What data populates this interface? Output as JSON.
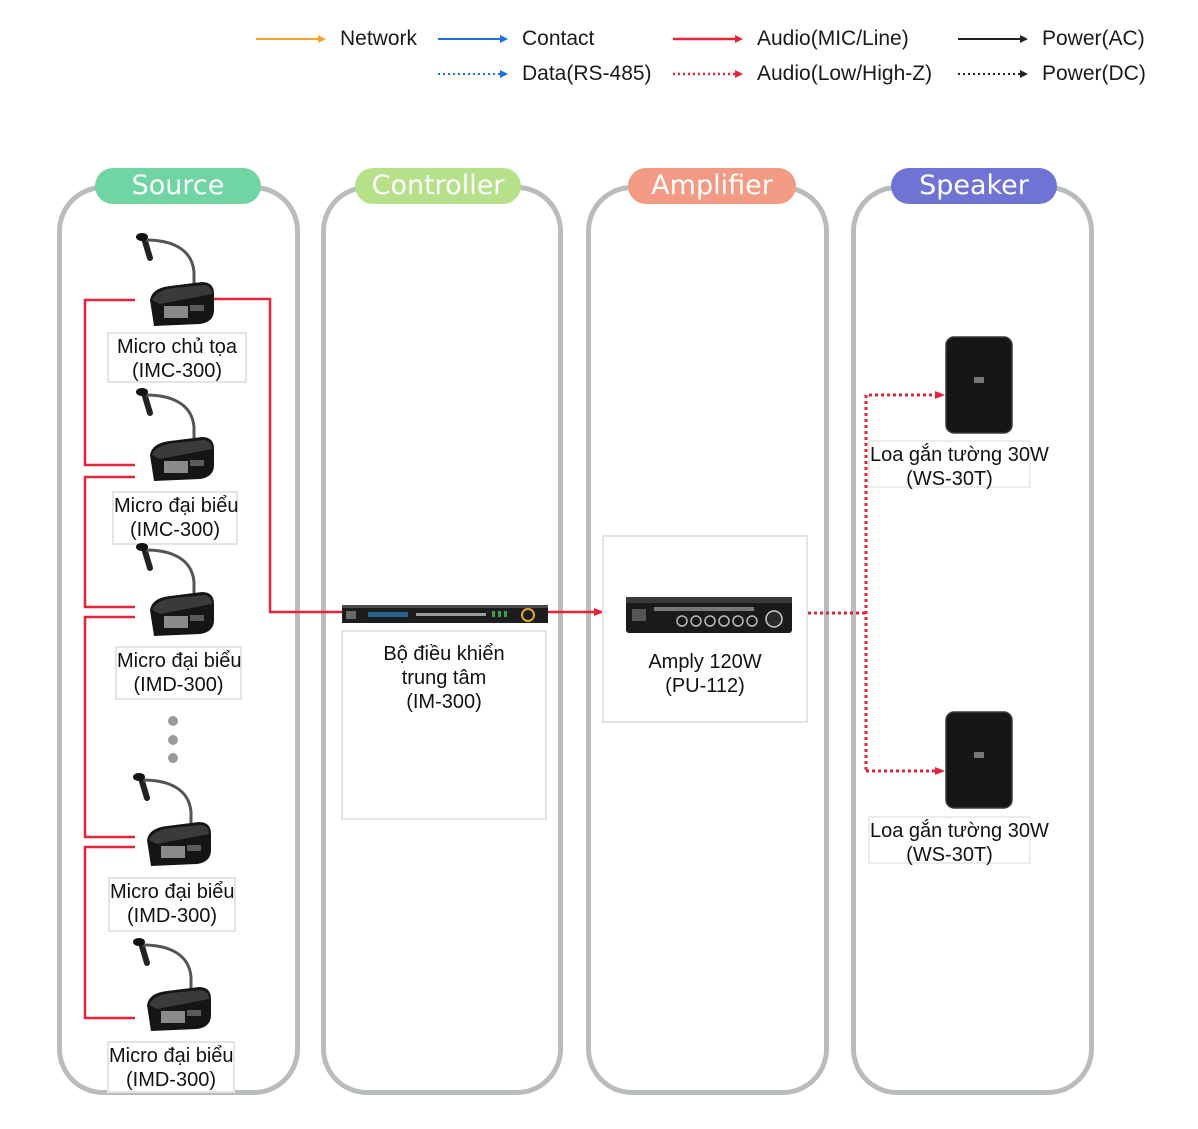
{
  "legend": [
    {
      "label": "Network",
      "color": "#f4a52c",
      "style": "solid"
    },
    {
      "label": "Contact",
      "color": "#1e6fd9",
      "style": "solid"
    },
    {
      "label": "Audio(MIC/Line)",
      "color": "#e3243b",
      "style": "solid"
    },
    {
      "label": "Power(AC)",
      "color": "#222222",
      "style": "solid"
    },
    {
      "label": "Data(RS-485)",
      "color": "#1e6fd9",
      "style": "dotted"
    },
    {
      "label": "Audio(Low/High-Z)",
      "color": "#e3243b",
      "style": "dotted"
    },
    {
      "label": "Power(DC)",
      "color": "#222222",
      "style": "dotted"
    }
  ],
  "columns": {
    "source": {
      "title": "Source",
      "color": "#6fd5a2"
    },
    "controller": {
      "title": "Controller",
      "color": "#b6e08a"
    },
    "amplifier": {
      "title": "Amplifier",
      "color": "#f29a84"
    },
    "speaker": {
      "title": "Speaker",
      "color": "#6f74d4"
    }
  },
  "source": {
    "mics": [
      {
        "line1": "Micro chủ tọa",
        "line2": "(IMC-300)"
      },
      {
        "line1": "Micro đại biểu",
        "line2": "(IMC-300)"
      },
      {
        "line1": "Micro đại biểu",
        "line2": "(IMD-300)"
      },
      {
        "line1": "Micro đại biểu",
        "line2": "(IMD-300)"
      },
      {
        "line1": "Micro đại biểu",
        "line2": "(IMD-300)"
      }
    ]
  },
  "controller": {
    "line1": "Bộ điều khiển",
    "line2": "trung tâm",
    "line3": "(IM-300)"
  },
  "amplifier": {
    "line1": "Amply 120W",
    "line2": "(PU-112)"
  },
  "speakers": [
    {
      "line1": "Loa gắn tường 30W",
      "line2": "(WS-30T)"
    },
    {
      "line1": "Loa gắn tường 30W",
      "line2": "(WS-30T)"
    }
  ],
  "colors": {
    "audio_line": "#e3243b",
    "audio_lowz": "#e3243b",
    "frame": "#b9bcbc"
  }
}
